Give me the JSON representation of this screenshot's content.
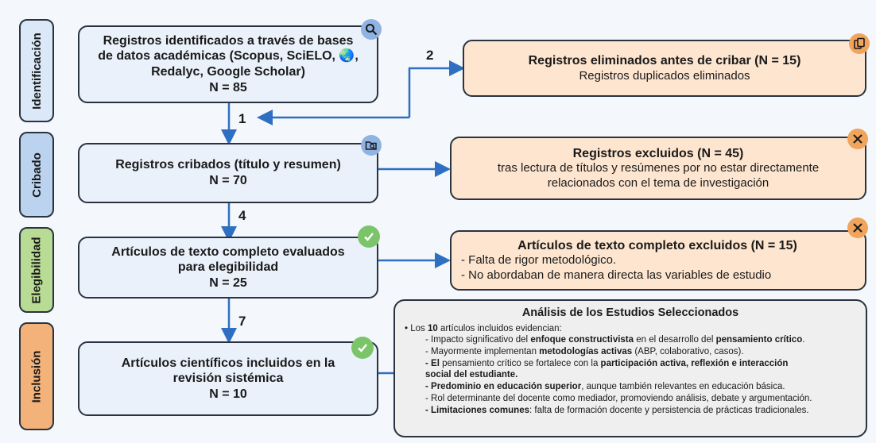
{
  "phases": [
    {
      "label": "Identificación",
      "color": "#dbe8f8"
    },
    {
      "label": "Cribado",
      "color": "#bcd3f0"
    },
    {
      "label": "Elegibilidad",
      "color": "#b9dc94"
    },
    {
      "label": "Inclusión",
      "color": "#f2b27a"
    }
  ],
  "identification": {
    "lines": [
      "Registros identificados a través de bases",
      "de datos académicas (Scopus, SciELO, 🌏,",
      "Redalyc, Google Scholar)"
    ],
    "n": "N = 85"
  },
  "removed": {
    "title": "Registros eliminados antes de cribar (N = 15)",
    "detail": "Registros duplicados eliminados"
  },
  "screened": {
    "title": "Registros cribados (título y resumen)",
    "n": "N = 70"
  },
  "excluded": {
    "title": "Registros excluidos (N = 45)",
    "detail_lines": [
      "tras lectura de títulos y resúmenes por no estar directamente",
      "relacionados con el tema de investigación"
    ]
  },
  "eligibility": {
    "lines": [
      "Artículos de texto completo evaluados",
      "para elegibilidad"
    ],
    "n": "N = 25"
  },
  "fulltext_excluded": {
    "title": "Artículos de texto completo excluidos (N = 15)",
    "items": [
      "- Falta de rigor metodológico.",
      "- No abordaban de manera directa las variables de estudio"
    ]
  },
  "included": {
    "lines": [
      "Artículos científicos incluidos en la",
      "revisión sistémica"
    ],
    "n": "N = 10"
  },
  "step_numbers": {
    "a": "2",
    "b": "1",
    "c": "4",
    "d": "7"
  },
  "analysis": {
    "title": "Análisis de los Estudios Seleccionados",
    "lead": {
      "pre": "• Los ",
      "bold": "10",
      "post": " artículos incluidos evidencian:"
    },
    "items": [
      [
        {
          "t": "- Impacto significativo del "
        },
        {
          "t": "enfoque constructivista",
          "b": true
        },
        {
          "t": " en el desarrollo del "
        },
        {
          "t": "pensamiento crítico",
          "b": true
        },
        {
          "t": "."
        }
      ],
      [
        {
          "t": "- Mayormente implementan "
        },
        {
          "t": "metodologías activas",
          "b": true
        },
        {
          "t": " (ABP, colaborativo, casos)."
        }
      ],
      [
        {
          "t": "- El ",
          "b": true
        },
        {
          "t": "pensamiento crítico"
        },
        {
          "t": " se fortalece con la "
        },
        {
          "t": "participación activa, reflexión e interacción",
          "b": true
        }
      ],
      [
        {
          "t": "social del estudiante.",
          "b": true
        }
      ],
      [
        {
          "t": "- Predominio en educación superior",
          "b": true
        },
        {
          "t": ", aunque también relevantes en educación básica."
        }
      ],
      [
        {
          "t": "- Rol determinante del docente como mediador, promoviendo análisis, debate y argumentación."
        }
      ],
      [
        {
          "t": "- Limitaciones comunes",
          "b": true
        },
        {
          "t": ": falta de formación docente y persistencia de prácticas tradicionales."
        }
      ]
    ]
  },
  "icons": {
    "search": "search-icon",
    "duplicate": "copy-icon",
    "folder_search": "folder-search-icon",
    "close": "close-icon",
    "check": "check-icon"
  },
  "colors": {
    "accent_blue": "#2f6fc2",
    "badge_blue": "#8fb3e3",
    "badge_orange": "#f0a45c",
    "badge_green": "#7cc46a"
  }
}
